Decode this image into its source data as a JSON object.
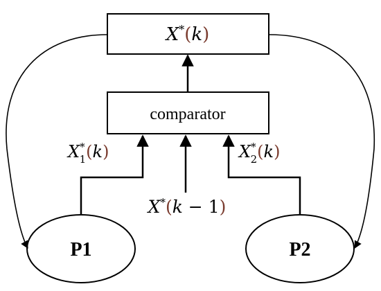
{
  "nodes": {
    "output_box": {
      "var": "X",
      "sup": "*",
      "open": "(",
      "arg": "k",
      "close": ")"
    },
    "comparator_box": {
      "label": "comparator"
    },
    "p1": {
      "label": "P1"
    },
    "p2": {
      "label": "P2"
    }
  },
  "edge_labels": {
    "x1": {
      "var": "X",
      "sub": "1",
      "sup": "*",
      "open": "(",
      "arg": "k",
      "close": ")"
    },
    "x2": {
      "var": "X",
      "sub": "2",
      "sup": "*",
      "open": "(",
      "arg": "k",
      "close": ")"
    },
    "prev": {
      "var": "X",
      "sup": "*",
      "open": "(",
      "arg": "k",
      "minus": " − ",
      "num": "1",
      "close": ")"
    }
  },
  "colors": {
    "stroke": "#000000",
    "paren": "#7a3b2e"
  }
}
